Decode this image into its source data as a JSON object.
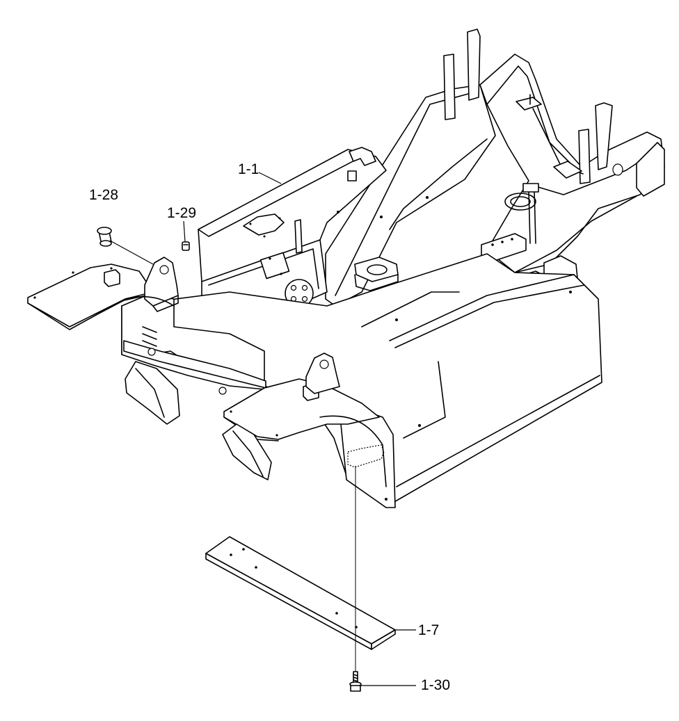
{
  "callouts": {
    "c1_1": "1-1",
    "c1_28": "1-28",
    "c1_29": "1-29",
    "c1_7": "1-7",
    "c1_30": "1-30"
  },
  "colors": {
    "line": "#000000",
    "background": "#ffffff"
  }
}
